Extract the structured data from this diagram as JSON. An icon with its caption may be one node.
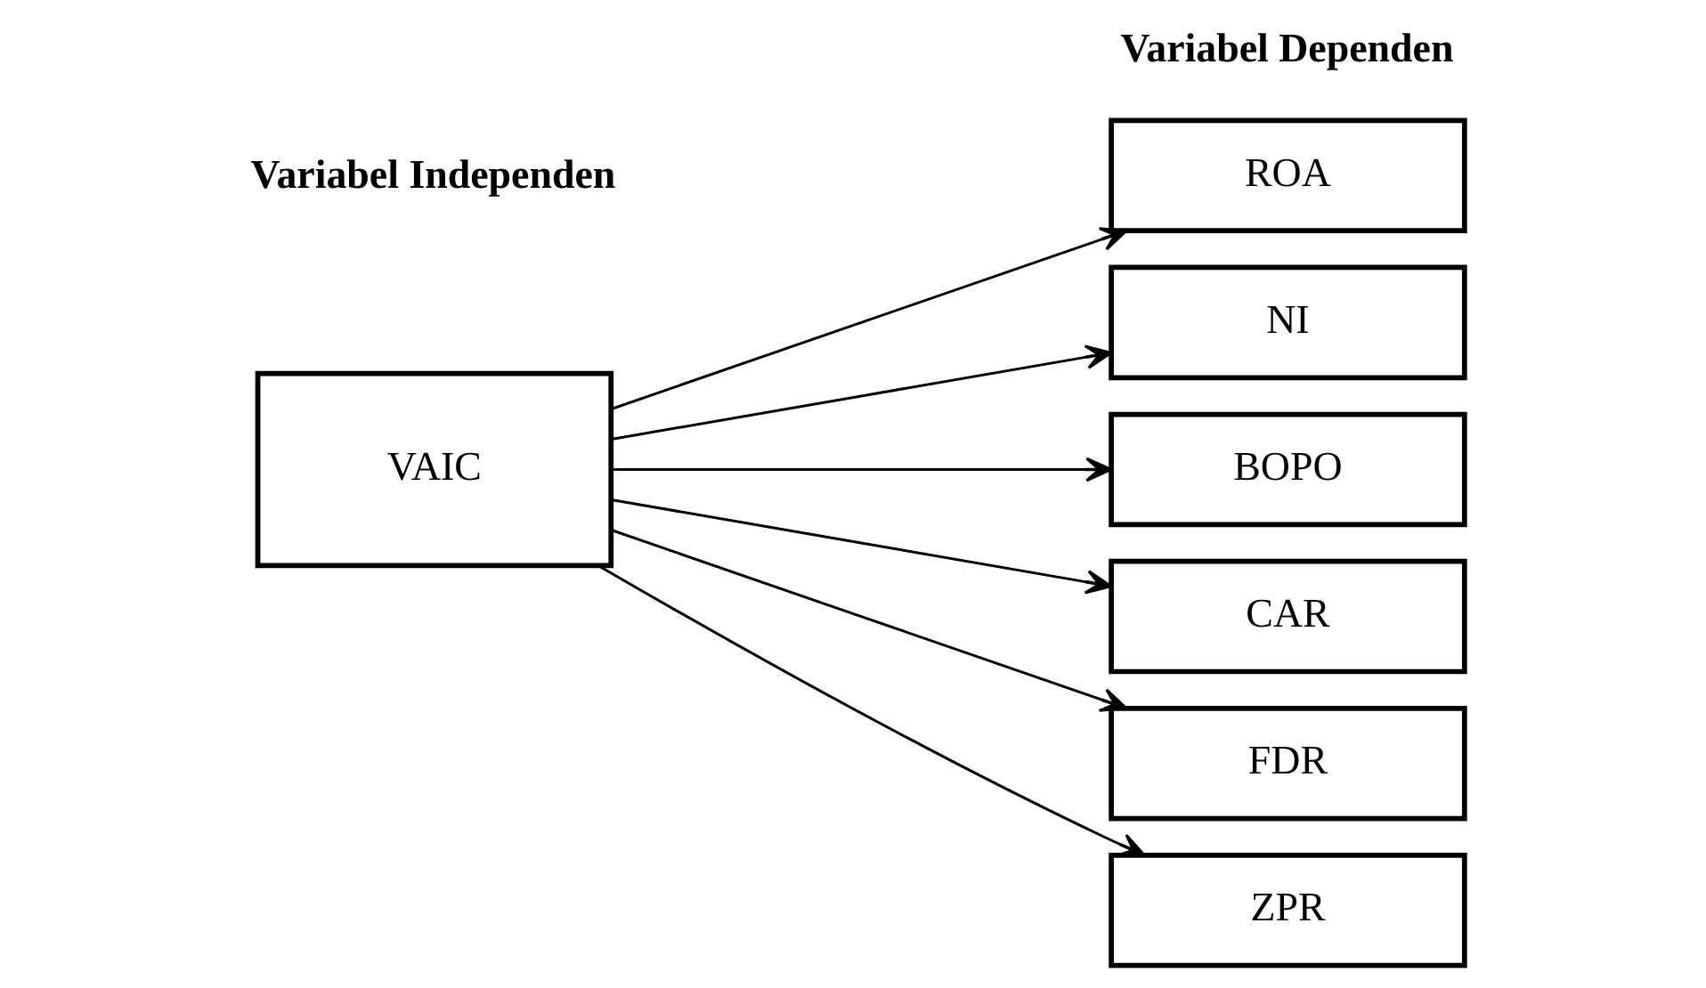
{
  "diagram": {
    "nodes": [
      {
        "text": [
          "VAIC"
        ]
      },
      {
        "text": [
          "ROA"
        ]
      },
      {
        "text": [
          "NI"
        ]
      },
      {
        "text": [
          "BOPO"
        ]
      },
      {
        "text": [
          "CAR"
        ]
      },
      {
        "text": [
          "FDR"
        ]
      },
      {
        "text": [
          "ZPR"
        ]
      }
    ],
    "edges": [
      {
        "from": 0,
        "to": 1,
        "arrow": "to"
      },
      {
        "from": 0,
        "to": 2,
        "arrow": "to"
      },
      {
        "from": 0,
        "to": 3,
        "arrow": "to"
      },
      {
        "from": 0,
        "to": 4,
        "arrow": "to"
      },
      {
        "from": 0,
        "to": 5,
        "arrow": "to"
      },
      {
        "from": 0,
        "to": 6,
        "arrow": "to"
      }
    ],
    "labels": [
      "Variabel Independen",
      "Variabel Dependen"
    ]
  }
}
